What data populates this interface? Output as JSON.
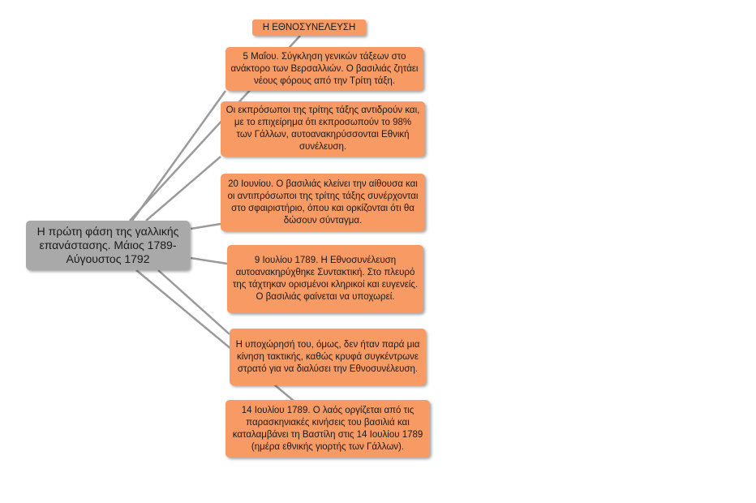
{
  "root": {
    "label": "Η πρώτη φάση της γαλλικής επανάστασης. Μάιος 1789- Αύγουστος 1792"
  },
  "nodes": [
    {
      "id": "title",
      "text": "Η ΕΘΝΟΣΥΝΕΛΕΥΣΗ"
    },
    {
      "id": "n1",
      "text": "5 Μαΐου. Σύγκληση γενικών τάξεων στο ανάκτορο των Βερσαλλιών. Ο βασιλιάς ζητάει νέους φόρους από την Τρίτη τάξη."
    },
    {
      "id": "n2",
      "text": "Οι εκπρόσωποι της τρίτης τάξης αντιδρούν και, με το επιχείρημα ότι εκπροσωπούν το 98% των Γάλλων, αυτοανακηρύσσονται Εθνική συνέλευση."
    },
    {
      "id": "n3",
      "text": "20 Ιουνίου. Ο βασιλιάς κλείνει την αίθουσα και οι αντιπρόσωποι της τρίτης τάξης συνέρχονται στο σφαιριστήριο, όπου και ορκίζονται ότι θα δώσουν σύνταγμα."
    },
    {
      "id": "n4",
      "text": "9 Ιουλίου 1789. Η Εθνοσυνέλευση αυτοανακηρύχθηκε Συντακτική. Στο πλευρό της τάχτηκαν ορισμένοι κληρικοί και ευγενείς. Ο βασιλιάς φαίνεται να υποχωρεί."
    },
    {
      "id": "n5",
      "text": "Η υποχώρησή του, όμως, δεν ήταν παρά μια κίνηση τακτικής, καθώς κρυφά συγκέντρωνε στρατό για να διαλύσει την Εθνοσυνέλευση."
    },
    {
      "id": "n6",
      "text": "14 Ιουλίου 1789. Ο λαός οργίζεται από τις παρασκηνιακές κινήσεις του βασιλιά και καταλαμβάνει τη Βαστίλη στις 14 Ιουλίου 1789 (ημέρα εθνικής γιορτής των Γάλλων)."
    }
  ],
  "colors": {
    "node": "#f79a64",
    "root": "#a9a9a9",
    "connector": "#9a9a9a"
  }
}
